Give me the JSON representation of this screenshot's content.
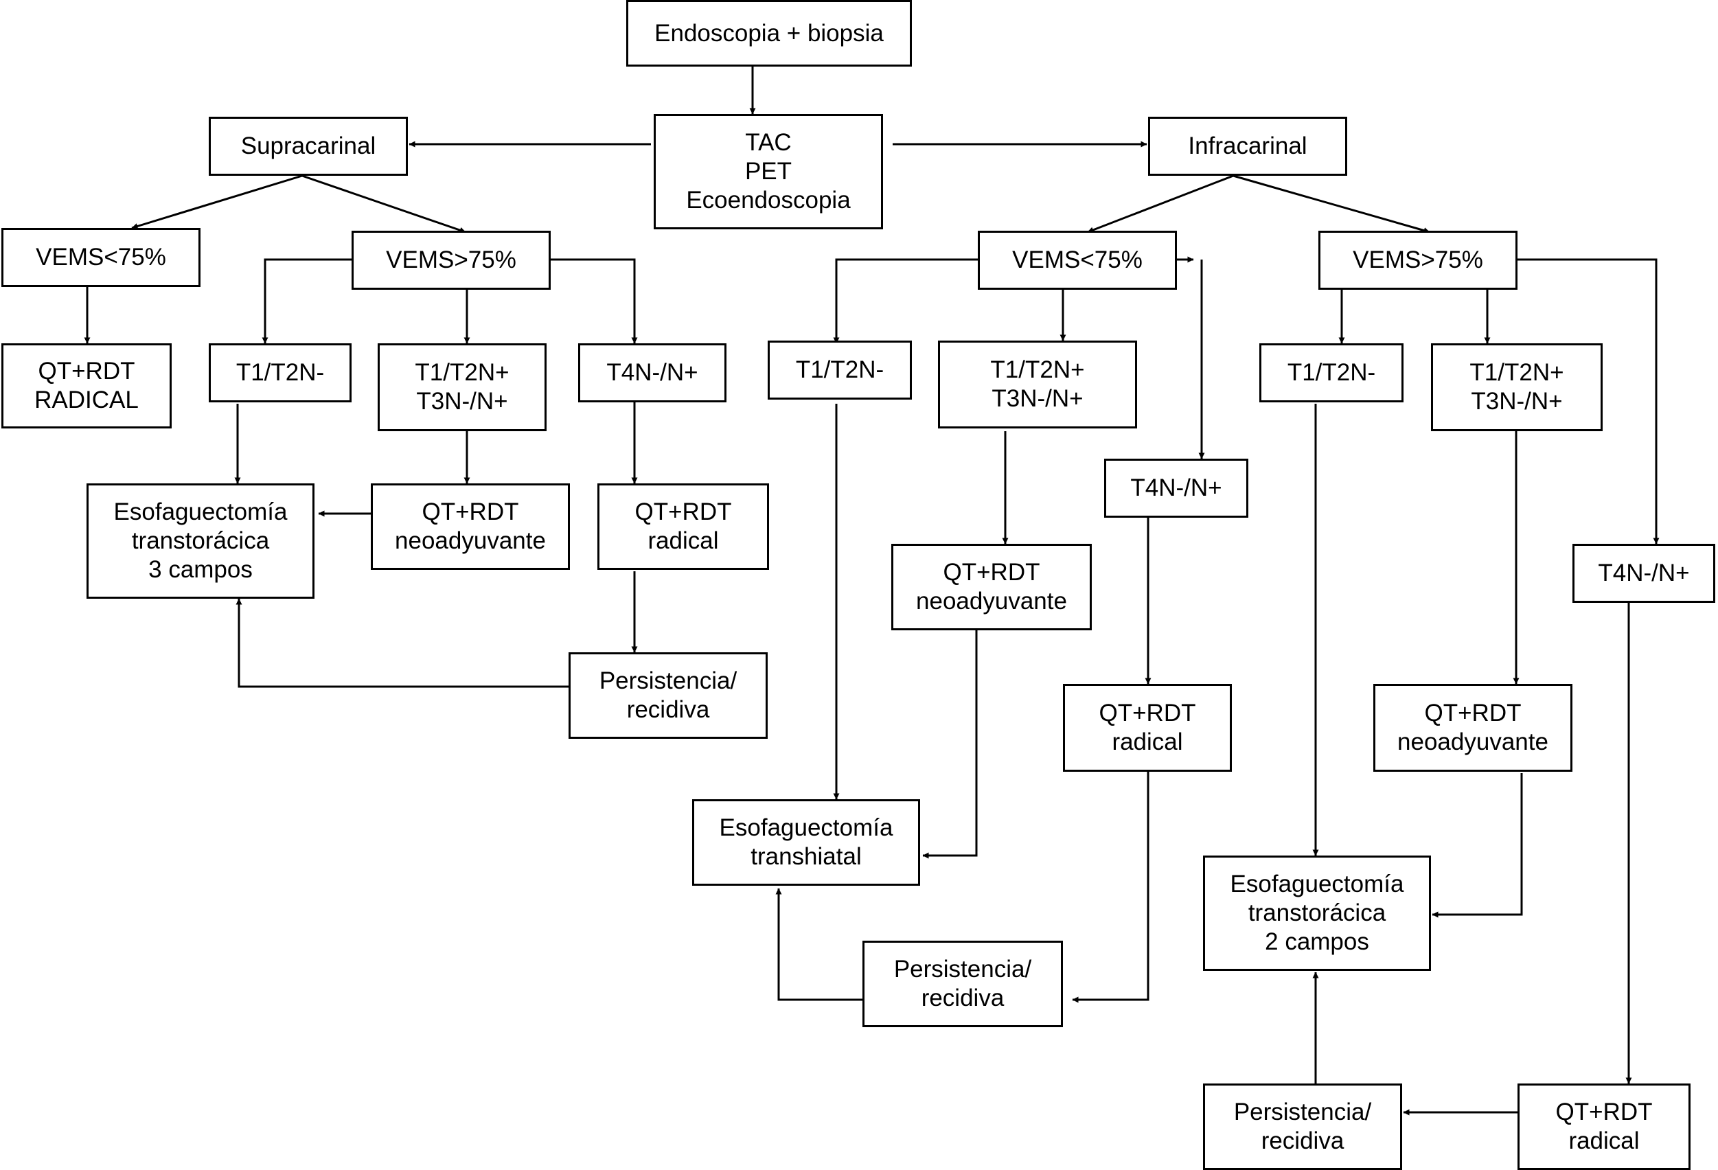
{
  "nodes": {
    "endoscopia": {
      "lines": [
        "Endoscopia + biopsia"
      ]
    },
    "estudio": {
      "lines": [
        "TAC",
        "PET",
        "Ecoendoscopia"
      ]
    },
    "supracarinal": {
      "lines": [
        "Supracarinal"
      ]
    },
    "infracarinal": {
      "lines": [
        "Infracarinal"
      ]
    },
    "sup_vems_lt": {
      "lines": [
        "VEMS<75%"
      ]
    },
    "sup_vems_gt": {
      "lines": [
        "VEMS>75%"
      ]
    },
    "sup_qt_radical": {
      "lines": [
        "QT+RDT",
        "RADICAL"
      ]
    },
    "sup_t1t2n0": {
      "lines": [
        "T1/T2N-"
      ]
    },
    "sup_t1t2n_t3n": {
      "lines": [
        "T1/T2N+",
        "T3N-/N+"
      ]
    },
    "sup_t4": {
      "lines": [
        "T4N-/N+"
      ]
    },
    "sup_esof": {
      "lines": [
        "Esofaguectomía",
        "transtorácica",
        "3 campos"
      ]
    },
    "sup_qt_neo": {
      "lines": [
        "QT+RDT",
        "neoadyuvante"
      ]
    },
    "sup_qt_rad": {
      "lines": [
        "QT+RDT",
        "radical"
      ]
    },
    "sup_persist": {
      "lines": [
        "Persistencia/",
        "recidiva"
      ]
    },
    "inf_vems_lt": {
      "lines": [
        "VEMS<75%"
      ]
    },
    "inf_vems_gt": {
      "lines": [
        "VEMS>75%"
      ]
    },
    "inf_lt_t1t2n0": {
      "lines": [
        "T1/T2N-"
      ]
    },
    "inf_lt_t1t2n_t3n": {
      "lines": [
        "T1/T2N+",
        "T3N-/N+"
      ]
    },
    "inf_lt_t4": {
      "lines": [
        "T4N-/N+"
      ]
    },
    "inf_lt_qt_neo": {
      "lines": [
        "QT+RDT",
        "neoadyuvante"
      ]
    },
    "inf_lt_qt_rad": {
      "lines": [
        "QT+RDT",
        "radical"
      ]
    },
    "inf_esof_th": {
      "lines": [
        "Esofaguectomía",
        "transhiatal"
      ]
    },
    "inf_lt_persist": {
      "lines": [
        "Persistencia/",
        "recidiva"
      ]
    },
    "inf_gt_t1t2n0": {
      "lines": [
        "T1/T2N-"
      ]
    },
    "inf_gt_t1t2n_t3n": {
      "lines": [
        "T1/T2N+",
        "T3N-/N+"
      ]
    },
    "inf_gt_t4": {
      "lines": [
        "T4N-/N+"
      ]
    },
    "inf_gt_qt_neo": {
      "lines": [
        "QT+RDT",
        "neoadyuvante"
      ]
    },
    "inf_esof_2c": {
      "lines": [
        "Esofaguectomía",
        "transtorácica",
        "2 campos"
      ]
    },
    "inf_gt_persist": {
      "lines": [
        "Persistencia/",
        "recidiva"
      ]
    },
    "inf_gt_qt_rad": {
      "lines": [
        "QT+RDT",
        "radical"
      ]
    }
  }
}
